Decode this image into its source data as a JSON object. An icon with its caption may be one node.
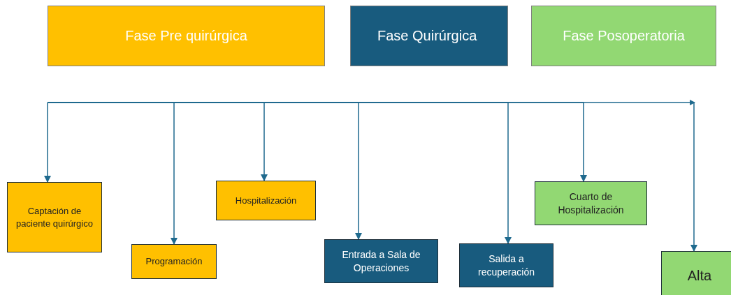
{
  "diagram": {
    "nodes": [
      {
        "text": [
          "Fase Pre quirúrgica"
        ]
      },
      {
        "text": [
          "Fase Quirúrgica"
        ]
      },
      {
        "text": [
          "Fase Posoperatoria"
        ]
      },
      {
        "text": [
          "Captación de paciente quirúrgico"
        ]
      },
      {
        "text": [
          "Programación"
        ]
      },
      {
        "text": [
          "Hospitalización"
        ]
      },
      {
        "text": [
          "Entrada a Sala de Operaciones"
        ]
      },
      {
        "text": [
          "Salida a recuperación"
        ]
      },
      {
        "text": [
          "Cuarto de Hospitalización"
        ]
      },
      {
        "text": [
          "Alta"
        ]
      }
    ],
    "edges": [
      {
        "from": null,
        "to": 3,
        "arrow": "to"
      },
      {
        "from": null,
        "to": 4,
        "arrow": "to"
      },
      {
        "from": null,
        "to": 5,
        "arrow": "to"
      },
      {
        "from": null,
        "to": 6,
        "arrow": "to"
      },
      {
        "from": null,
        "to": 7,
        "arrow": "to"
      },
      {
        "from": null,
        "to": 8,
        "arrow": "to"
      },
      {
        "from": null,
        "to": 9,
        "arrow": "to"
      }
    ]
  }
}
